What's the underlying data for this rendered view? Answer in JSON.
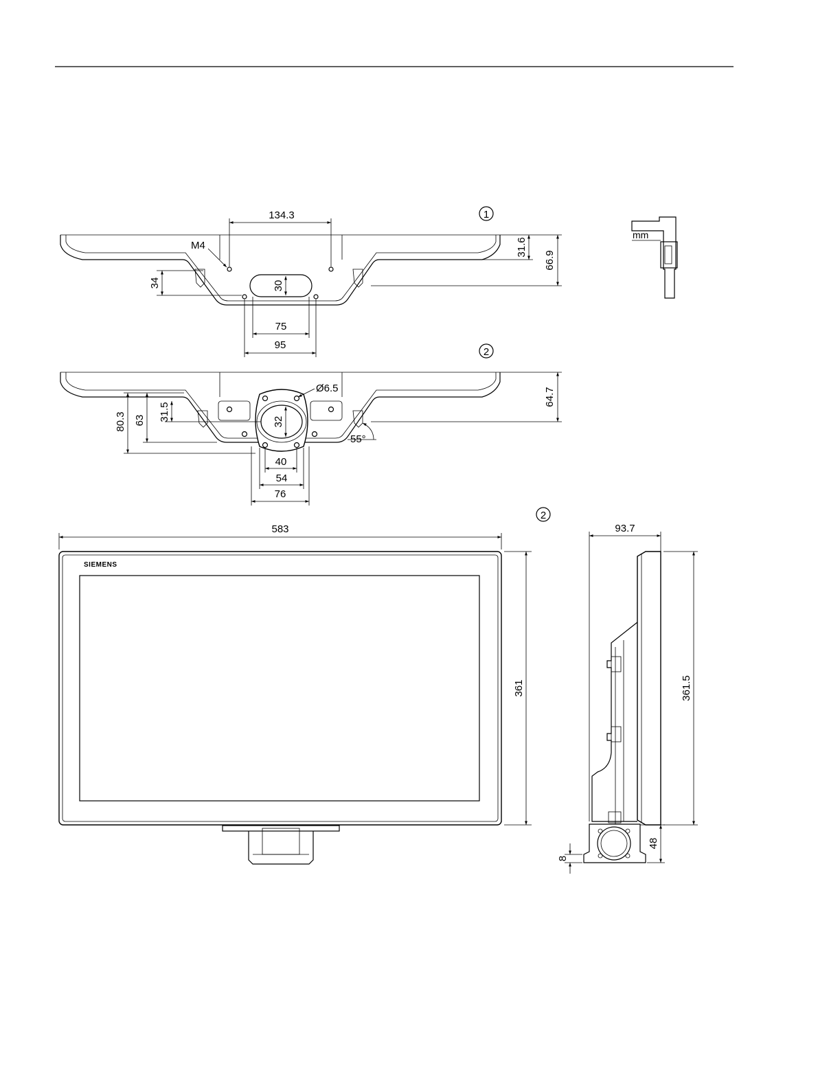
{
  "markers": {
    "view1": "1",
    "view2": "2",
    "view3": "2"
  },
  "unit_label": "mm",
  "brand_logo": "SIEMENS",
  "view1": {
    "thread_label": "M4",
    "dim_134_3": "134.3",
    "dim_31_6": "31.6",
    "dim_66_9": "66.9",
    "dim_34": "34",
    "dim_30": "30",
    "dim_75": "75",
    "dim_95": "95"
  },
  "view2": {
    "hole_label": "Ø6.5",
    "dim_64_7": "64.7",
    "dim_80_3": "80.3",
    "dim_63": "63",
    "dim_31_5": "31.5",
    "dim_32": "32",
    "angle_label": "55°",
    "dim_40": "40",
    "dim_54": "54",
    "dim_76": "76"
  },
  "front_view": {
    "dim_width": "583",
    "dim_height": "361"
  },
  "side_view": {
    "dim_depth": "93.7",
    "dim_height": "361.5",
    "dim_48": "48",
    "dim_8": "8"
  }
}
